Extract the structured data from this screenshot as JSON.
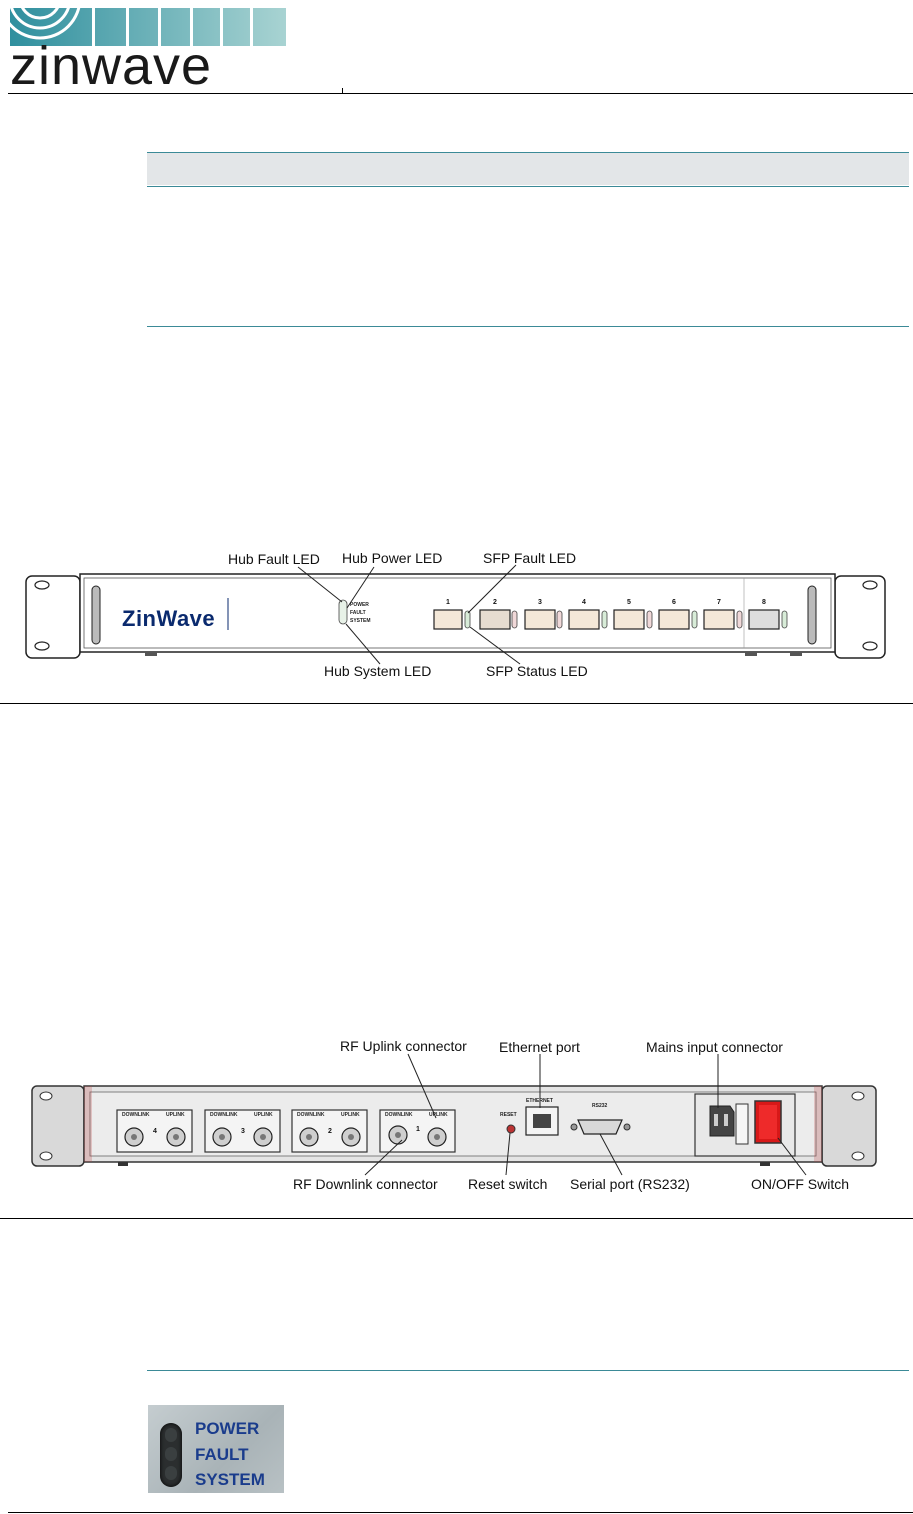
{
  "header": {
    "logo_text": "zinwave",
    "brand_color": "#5aa8b0"
  },
  "front_panel": {
    "brand_label": "ZinWave",
    "status_labels": [
      "POWER",
      "FAULT",
      "SYSTEM"
    ],
    "port_numbers": [
      "1",
      "2",
      "3",
      "4",
      "5",
      "6",
      "7",
      "8"
    ],
    "callouts": {
      "hub_fault_led": "Hub Fault LED",
      "hub_power_led": "Hub Power LED",
      "sfp_fault_led": "SFP Fault LED",
      "hub_system_led": "Hub System LED",
      "sfp_status_led": "SFP Status LED"
    }
  },
  "rear_panel": {
    "rf_groups": [
      {
        "number": "4",
        "downlink": "DOWNLINK",
        "uplink": "UPLINK"
      },
      {
        "number": "3",
        "downlink": "DOWNLINK",
        "uplink": "UPLINK"
      },
      {
        "number": "2",
        "downlink": "DOWNLINK",
        "uplink": "UPLINK"
      },
      {
        "number": "1",
        "downlink": "DOWNLINK",
        "uplink": "UPLINK"
      }
    ],
    "reset_label": "RESET",
    "ethernet_label": "ETHERNET",
    "rs232_label": "RS232",
    "callouts": {
      "rf_uplink": "RF Uplink connector",
      "ethernet_port": "Ethernet port",
      "mains_input": "Mains input connector",
      "rf_downlink": "RF Downlink connector",
      "reset_switch": "Reset switch",
      "serial_port": "Serial port (RS232)",
      "on_off": "ON/OFF Switch"
    }
  },
  "led_closeup": {
    "lines": [
      "POWER",
      "FAULT",
      "SYSTEM"
    ]
  }
}
